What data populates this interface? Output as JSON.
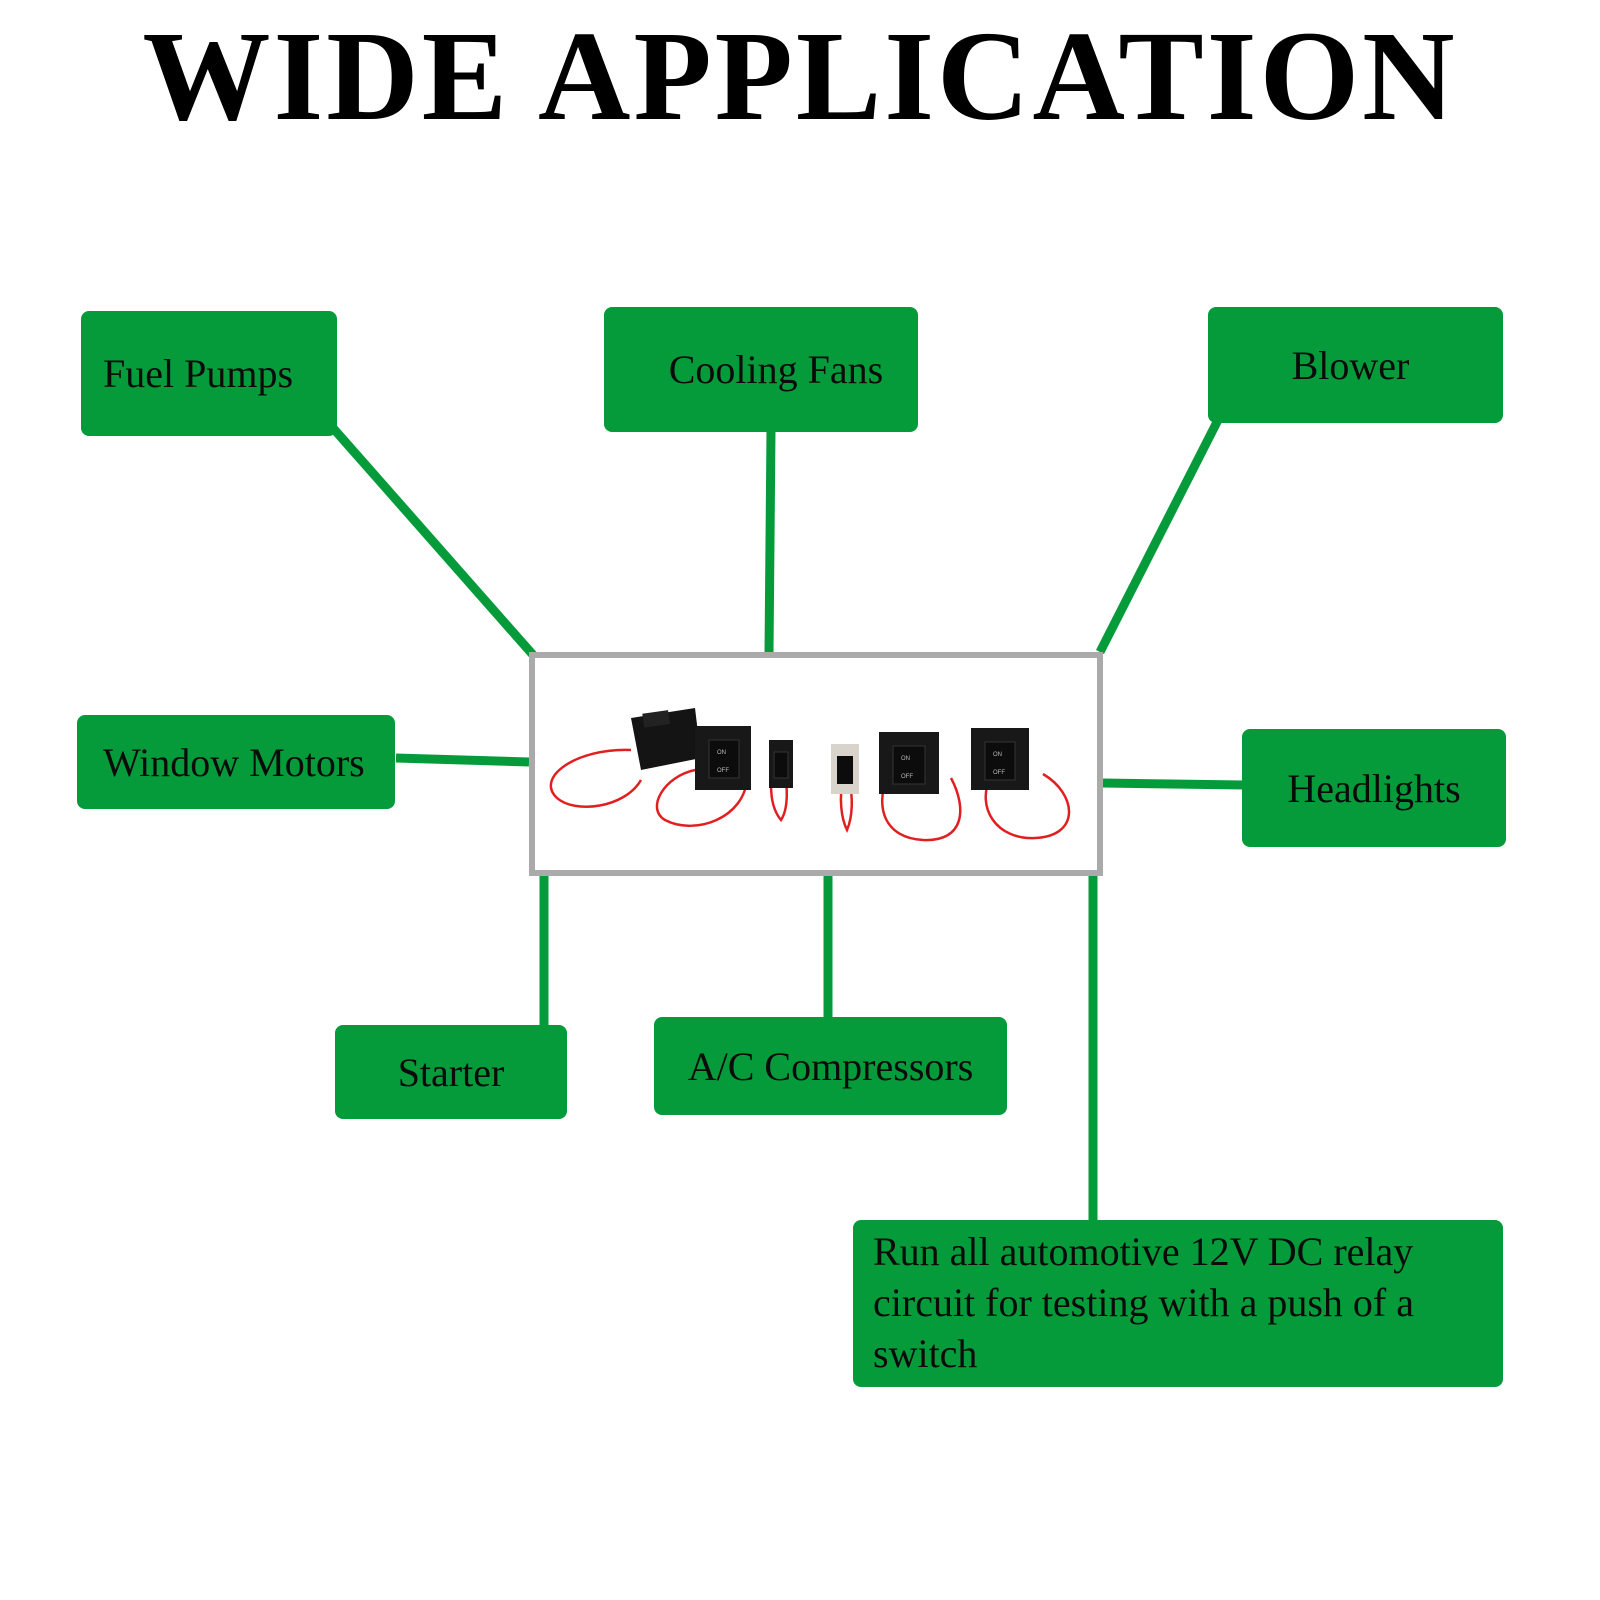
{
  "title": "WIDE APPLICATION",
  "colors": {
    "box_fill": "#069b3a",
    "connector": "#069b3a",
    "frame_border": "#aaaaaa",
    "text": "#0b0b0b",
    "wire": "#e02020"
  },
  "applications": {
    "fuel_pumps": "Fuel Pumps",
    "cooling_fans": "Cooling Fans",
    "blower": "Blower",
    "window_motors": "Window Motors",
    "headlights": "Headlights",
    "starter": "Starter",
    "ac_compressors": "A/C Compressors",
    "description": "Run all automotive 12V DC relay circuit for testing with a push of a switch"
  },
  "product_image": {
    "icon": "relay-switch-set-image",
    "switch_on_label": "ON",
    "switch_off_label": "OFF"
  }
}
